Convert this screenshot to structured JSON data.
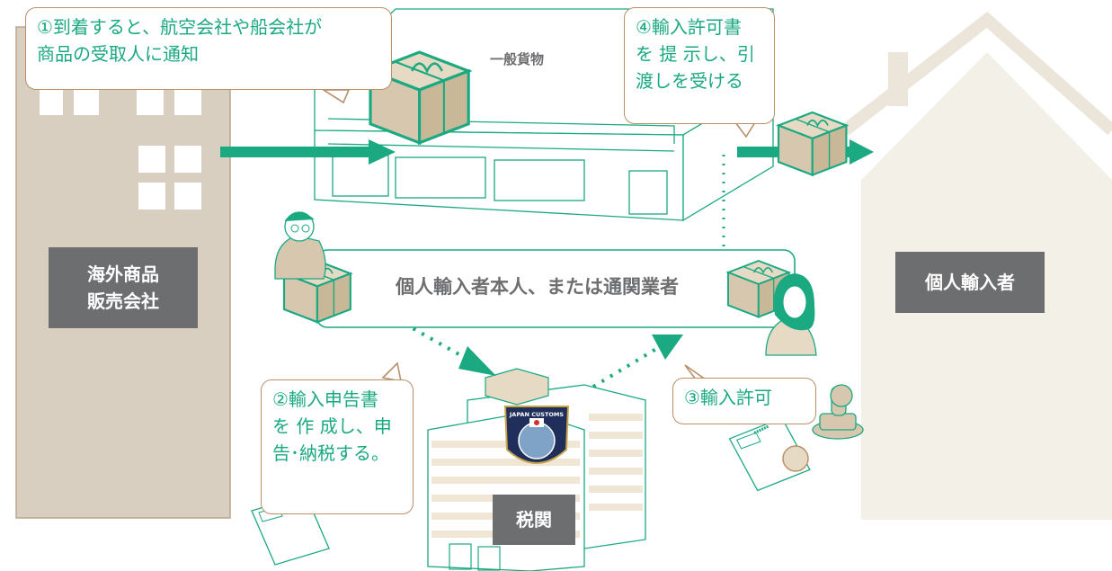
{
  "callouts": {
    "step1": [
      "①到着すると、航空会社や船会社が",
      "商品の受取人に通知"
    ],
    "step2": [
      "②輸入申告書",
      "を 作 成し、申",
      "告･納税する。"
    ],
    "step3": "③輸入許可",
    "step4": [
      "④輸入許可書",
      "を 提 示し、引",
      "渡しを受ける"
    ]
  },
  "labels": {
    "seller": [
      "海外商品",
      "販売会社"
    ],
    "importer": "個人輸入者",
    "customs": "税関",
    "cargo": "一般貨物",
    "broker": "個人輸入者本人、または通関業者"
  },
  "emblem": {
    "text": "JAPAN CUSTOMS"
  },
  "colors": {
    "accent_green": "#1aa981",
    "callout_border": "#b8906a",
    "building_fill": "#d9cfc0",
    "house_fill": "#f3f0e8",
    "label_gray": "#6d6e70",
    "box_fill": "#d6c7ae"
  }
}
